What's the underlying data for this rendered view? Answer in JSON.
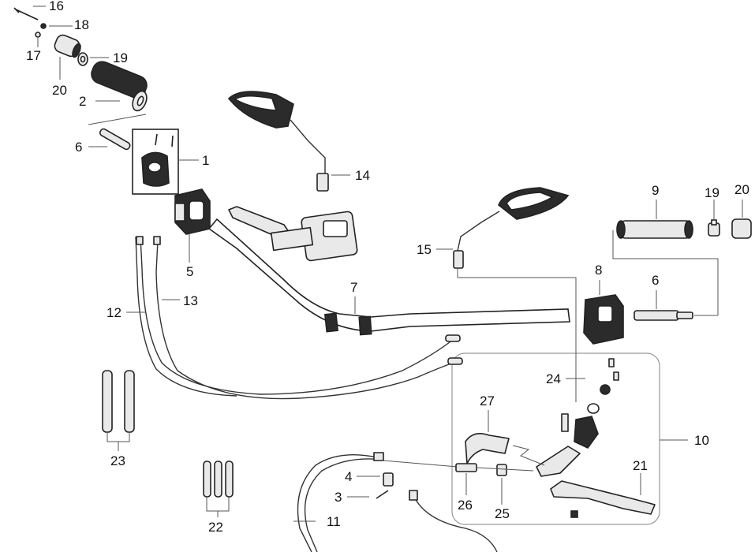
{
  "callouts": {
    "n1": "1",
    "n2": "2",
    "n3": "3",
    "n4": "4",
    "n5": "5",
    "n6a": "6",
    "n6b": "6",
    "n7": "7",
    "n8": "8",
    "n9": "9",
    "n10": "10",
    "n11": "11",
    "n12": "12",
    "n13": "13",
    "n14": "14",
    "n15": "15",
    "n16": "16",
    "n17": "17",
    "n18": "18",
    "n19a": "19",
    "n19b": "19",
    "n20a": "20",
    "n20b": "20",
    "n21": "21",
    "n22": "22",
    "n23": "23",
    "n24": "24",
    "n25": "25",
    "n26": "26",
    "n27": "27"
  },
  "colors": {
    "line": "#222222",
    "leader": "#555555",
    "box": "#999999"
  }
}
